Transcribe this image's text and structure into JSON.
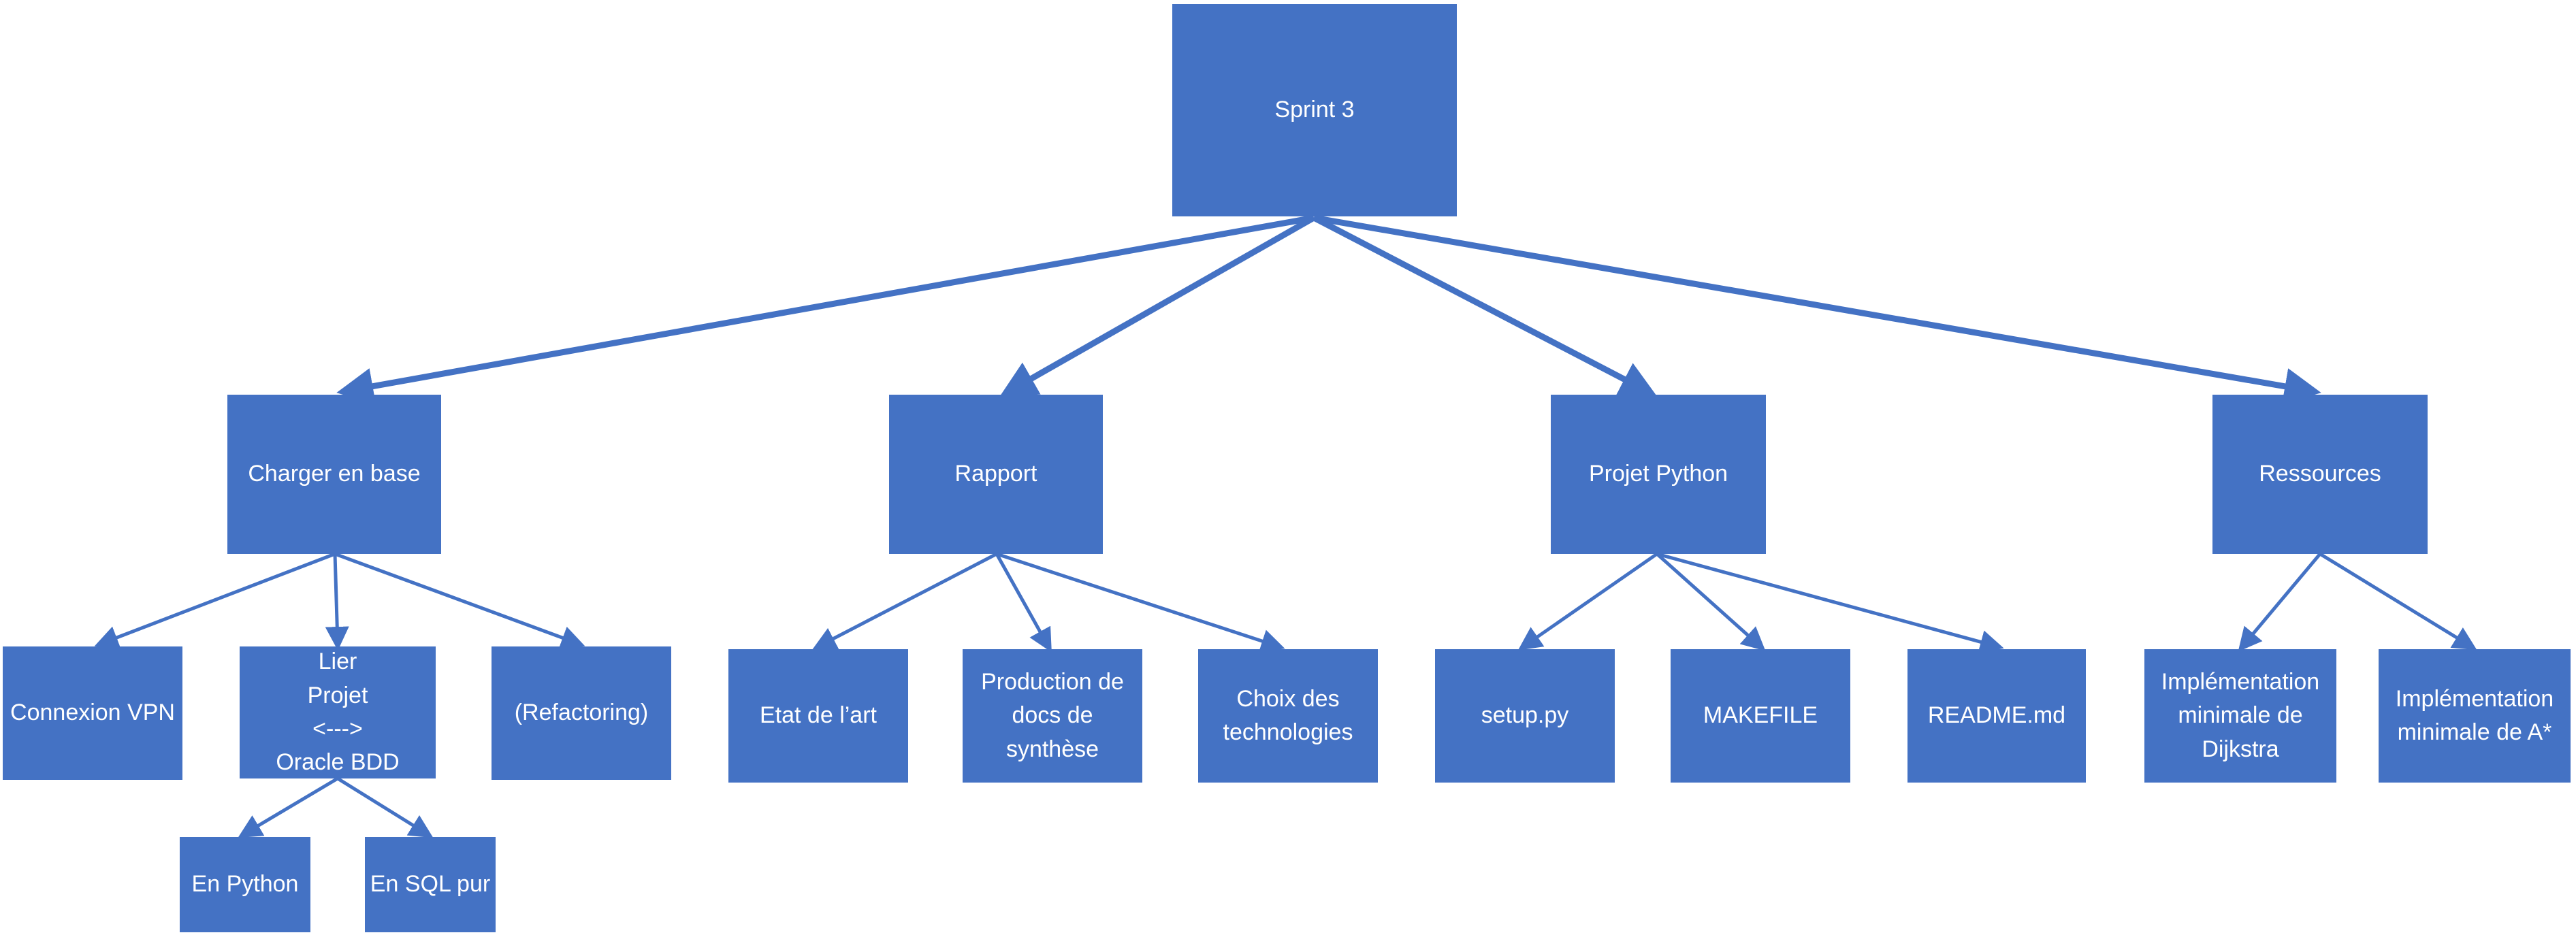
{
  "colors": {
    "box": "#4472C4",
    "line": "#4472C4",
    "text": "#ffffff",
    "background": "#ffffff"
  },
  "nodes": {
    "root": "Sprint 3",
    "charger": "Charger en base",
    "rapport": "Rapport",
    "projet_python": "Projet Python",
    "ressources": "Ressources",
    "vpn": "Connexion VPN",
    "lier": "Lier\nProjet\n<--->\nOracle BDD",
    "refactoring": "(Refactoring)",
    "en_python": "En Python",
    "en_sql": "En SQL pur",
    "etat_art": "Etat de l’art",
    "production_docs": "Production de\ndocs de\nsynthèse",
    "choix_tech": "Choix des\ntechnologies",
    "setup": "setup.py",
    "makefile": "MAKEFILE",
    "readme": "README.md",
    "dijkstra": "Implémentation\nminimale de\nDijkstra",
    "astar": "Implémentation\nminimale de A*"
  }
}
